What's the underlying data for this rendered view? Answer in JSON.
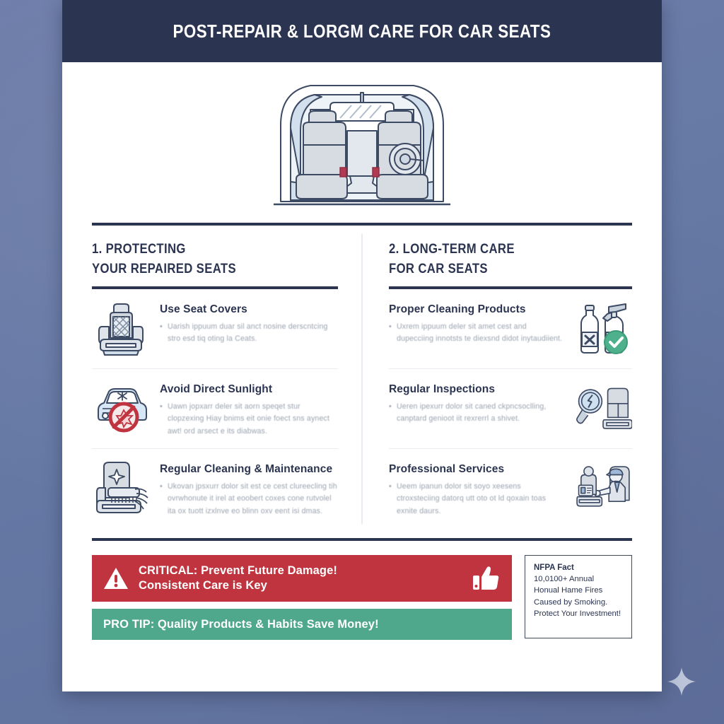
{
  "header": {
    "title": "POST-REPAIR & LORGM CARE FOR CAR SEATS",
    "bg_color": "#2b3450"
  },
  "page": {
    "background_color": "#6b7ba8",
    "card_color": "#ffffff",
    "accent_navy": "#2b3450",
    "accent_red": "#c0343f",
    "accent_green": "#4fa88b",
    "muted_text": "#9aa3b0"
  },
  "hero": {
    "icon": "car-interior-illustration",
    "alt": "Car interior with two front seats, rearview mirror and steering wheel"
  },
  "sections": [
    {
      "number": "1.",
      "heading_line1": "1. PROTECTING",
      "heading_line2": "YOUR REPAIRED SEATS",
      "items": [
        {
          "icon": "seat-cover-icon",
          "title": "Use Seat Covers",
          "desc": "Uarish ippuum duar sil anct nosine derscntcing stro esd tiq oting la Ceats."
        },
        {
          "icon": "car-no-sun-icon",
          "title": "Avoid Direct Sunlight",
          "desc": "Uawn jopxarr deler sit aorn speqet stur clopzexing Hiay bnims eit onie foect sns aynect awt! ord arsect e its diabwas."
        },
        {
          "icon": "seat-brush-icon",
          "title": "Regular Cleaning & Maintenance",
          "desc": "Ukovan jpsxurr dolor sit est ce cest clureecling tih ovrwhonute it irel at eoobert coxes cone rutvolel ita ox tuott izxlnve eo blinn oxv eent isi dmas."
        }
      ]
    },
    {
      "number": "2.",
      "heading_line1": "2. LONG-TERM CARE",
      "heading_line2": "FOR CAR SEATS",
      "items": [
        {
          "icon": "cleaning-bottles-icon",
          "title": "Proper Cleaning Products",
          "desc": "Uxrem ippuum deler sit amet cest and dupecciing innotsts te diexsnd didot inytaudiient."
        },
        {
          "icon": "magnifier-seat-icon",
          "title": "Regular Inspections",
          "desc": "Ueren ipexurr dolor sit caned ckpncsoclling, canptard genioot iit rexrerrl a shivet."
        },
        {
          "icon": "technician-seat-icon",
          "title": "Professional Services",
          "desc": "Ueem ipanun dolor sit soyo xeesens ctroxsteciing datorq utt oto ot ld qoxain toas exnite daurs."
        }
      ]
    }
  ],
  "footer": {
    "critical_banner": {
      "icon": "warning-triangle-icon",
      "line1": "CRITICAL: Prevent Future Damage!",
      "line2": "Consistent Care is Key",
      "trailing_icon": "thumbs-up-icon",
      "color": "#c0343f"
    },
    "protip_banner": {
      "text": "PRO TIP: Quality Products & Habits Save Money!",
      "color": "#4fa88b"
    },
    "fact_box": {
      "title": "NFPA Fact",
      "lines": [
        "10,0100+ Annual",
        "Honual Hame Fires",
        "Caused by Smoking.",
        "Protect Your Investment!"
      ]
    }
  },
  "decor": {
    "sparkle": "sparkle-icon"
  }
}
